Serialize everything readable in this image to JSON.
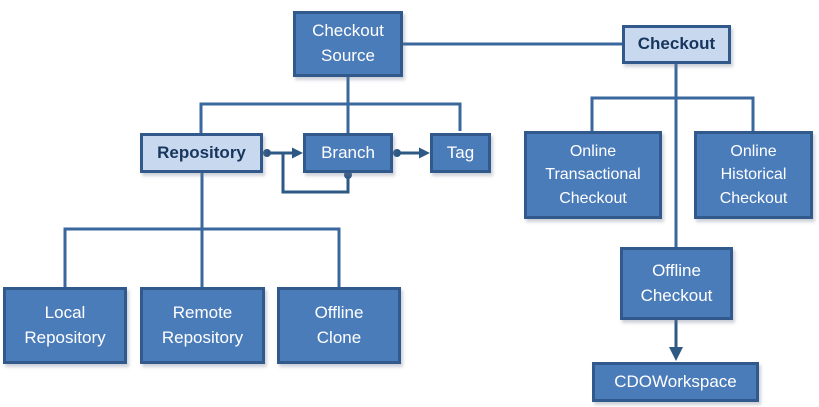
{
  "diagram": {
    "nodes": {
      "checkout_source": {
        "label": "Checkout\nSource",
        "variant": "solid"
      },
      "checkout": {
        "label": "Checkout",
        "variant": "light"
      },
      "repository": {
        "label": "Repository",
        "variant": "light"
      },
      "branch": {
        "label": "Branch",
        "variant": "solid"
      },
      "tag": {
        "label": "Tag",
        "variant": "solid"
      },
      "online_transactional": {
        "label": "Online\nTransactional\nCheckout",
        "variant": "solid"
      },
      "online_historical": {
        "label": "Online\nHistorical\nCheckout",
        "variant": "solid"
      },
      "offline_checkout": {
        "label": "Offline\nCheckout",
        "variant": "solid"
      },
      "cdo_workspace": {
        "label": "CDOWorkspace",
        "variant": "solid"
      },
      "local_repository": {
        "label": "Local\nRepository",
        "variant": "solid"
      },
      "remote_repository": {
        "label": "Remote\nRepository",
        "variant": "solid"
      },
      "offline_clone": {
        "label": "Offline\nClone",
        "variant": "solid"
      }
    },
    "edges": [
      {
        "from": "checkout_source",
        "to": "checkout",
        "type": "line"
      },
      {
        "from": "checkout_source",
        "to": "repository",
        "type": "tree"
      },
      {
        "from": "checkout_source",
        "to": "branch",
        "type": "tree"
      },
      {
        "from": "checkout_source",
        "to": "tag",
        "type": "tree"
      },
      {
        "from": "repository",
        "to": "branch",
        "type": "arrow-dot"
      },
      {
        "from": "branch",
        "to": "tag",
        "type": "arrow-dot"
      },
      {
        "from": "branch",
        "to": "branch",
        "type": "self-arrow-dot"
      },
      {
        "from": "repository",
        "to": "local_repository",
        "type": "tree"
      },
      {
        "from": "repository",
        "to": "remote_repository",
        "type": "tree"
      },
      {
        "from": "repository",
        "to": "offline_clone",
        "type": "tree"
      },
      {
        "from": "checkout",
        "to": "online_transactional",
        "type": "tree"
      },
      {
        "from": "checkout",
        "to": "online_historical",
        "type": "tree"
      },
      {
        "from": "checkout",
        "to": "offline_checkout",
        "type": "tree"
      },
      {
        "from": "offline_checkout",
        "to": "cdo_workspace",
        "type": "arrow"
      }
    ],
    "colors": {
      "node_fill": "#4B7CBA",
      "node_border": "#31598C",
      "light_node_fill": "#C8D8EE",
      "dark_text": "#17365D",
      "white_text": "#FFFFFF",
      "connector_line": "#3A679E",
      "arrow_connector": "#2E5984",
      "background": "#FFFFFF"
    }
  }
}
